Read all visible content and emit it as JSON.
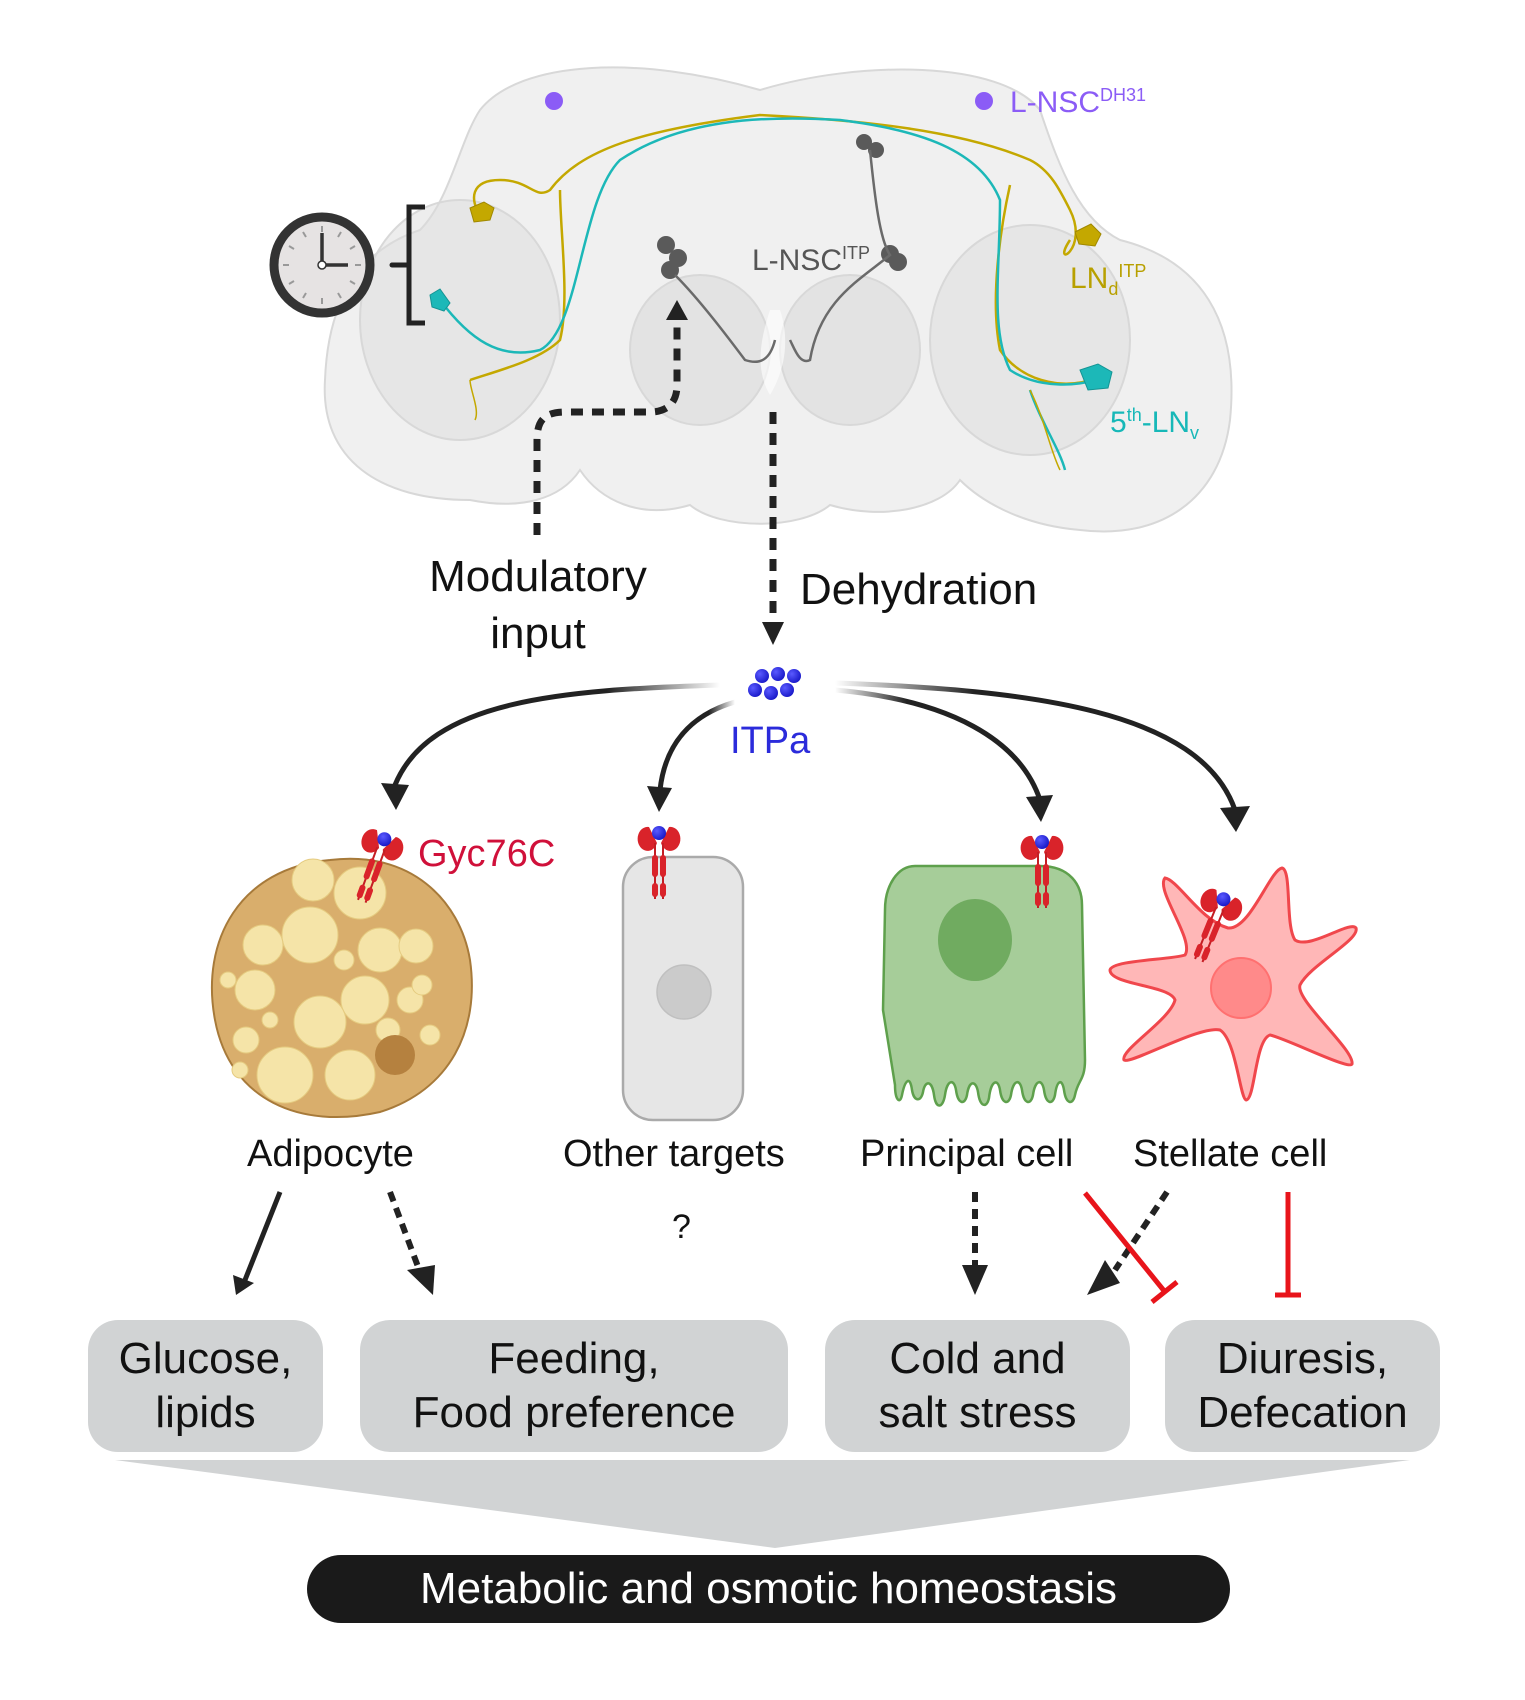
{
  "figure": {
    "brain": {
      "neurons": [
        {
          "name": "L-NSC",
          "superscript": "DH31",
          "color": "#8b5cf6"
        },
        {
          "name": "L-NSC",
          "superscript": "ITP",
          "color": "#555555"
        },
        {
          "name": "LN",
          "subscript": "d",
          "superscript": "ITP",
          "color": "#b8a000"
        },
        {
          "name": "-LN",
          "prefix": "5",
          "prefix_superscript": "th",
          "subscript": "v",
          "color": "#17b8b8"
        }
      ],
      "clock_icon": "clock-icon"
    },
    "inputs": {
      "modulatory_line1": "Modulatory",
      "modulatory_line2": "input",
      "dehydration": "Dehydration"
    },
    "hormone": {
      "label": "ITPa",
      "color": "#2b2bdb"
    },
    "receptor": {
      "label": "Gyc76C",
      "color": "#d0103a"
    },
    "targets": [
      {
        "label": "Adipocyte"
      },
      {
        "label": "Other targets",
        "note": "?"
      },
      {
        "label": "Principal cell"
      },
      {
        "label": "Stellate cell"
      }
    ],
    "outcomes": [
      {
        "line1": "Glucose,",
        "line2": "lipids"
      },
      {
        "line1": "Feeding,",
        "line2": "Food preference"
      },
      {
        "line1": "Cold and",
        "line2": "salt stress"
      },
      {
        "line1": "Diuresis,",
        "line2": "Defecation"
      }
    ],
    "summary": "Metabolic and osmotic homeostasis",
    "colors": {
      "arrow": "#222222",
      "inhibition": "#e8141b",
      "box": "#d1d3d4",
      "pill": "#1a1a1a"
    }
  }
}
